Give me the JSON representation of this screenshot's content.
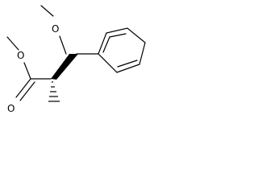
{
  "molecule": {
    "atoms": {
      "o_methoxy_top": "O",
      "o_ester_single": "O",
      "o_carbonyl": "O"
    },
    "colors": {
      "bond": "#000000",
      "label": "#000000",
      "background": "#ffffff"
    }
  }
}
